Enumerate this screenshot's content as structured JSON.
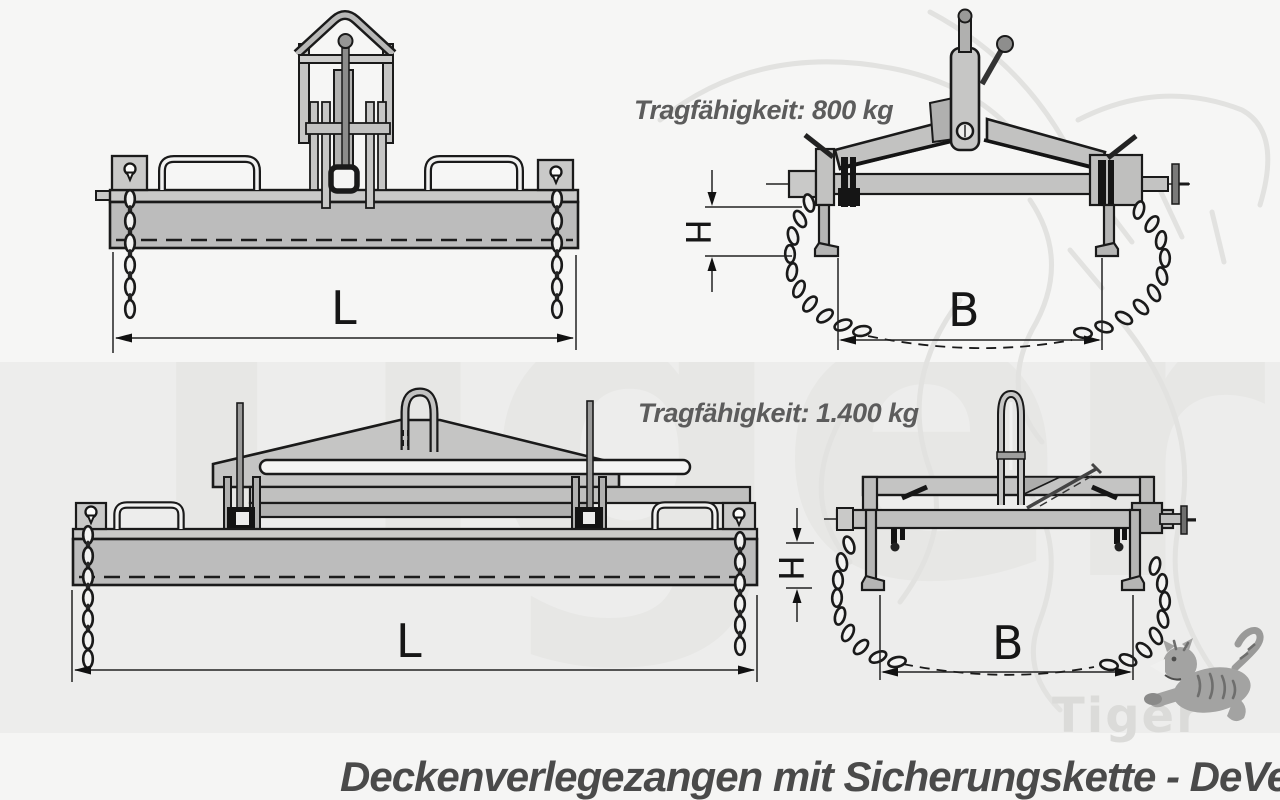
{
  "title": "Deckenverlegezangen mit Sicherungskette - DeVeZa",
  "watermark": {
    "big_text": "Tiger",
    "logo_text": "Tiger"
  },
  "diagrams": {
    "clamp_800": {
      "capacity": "Tragfähigkeit: 800 kg",
      "length_label": "L",
      "width_label": "B",
      "height_label": "H"
    },
    "clamp_1400": {
      "capacity": "Tragfähigkeit: 1.400 kg",
      "length_label": "L",
      "width_label": "B",
      "height_label": "H"
    }
  },
  "colors": {
    "outline": "#1a1a1a",
    "steel_fill": "#bcbcbc",
    "steel_light": "#c9c9c8",
    "text_dark": "#4a4a4a",
    "watermark_gray": "#e7e7e5"
  }
}
